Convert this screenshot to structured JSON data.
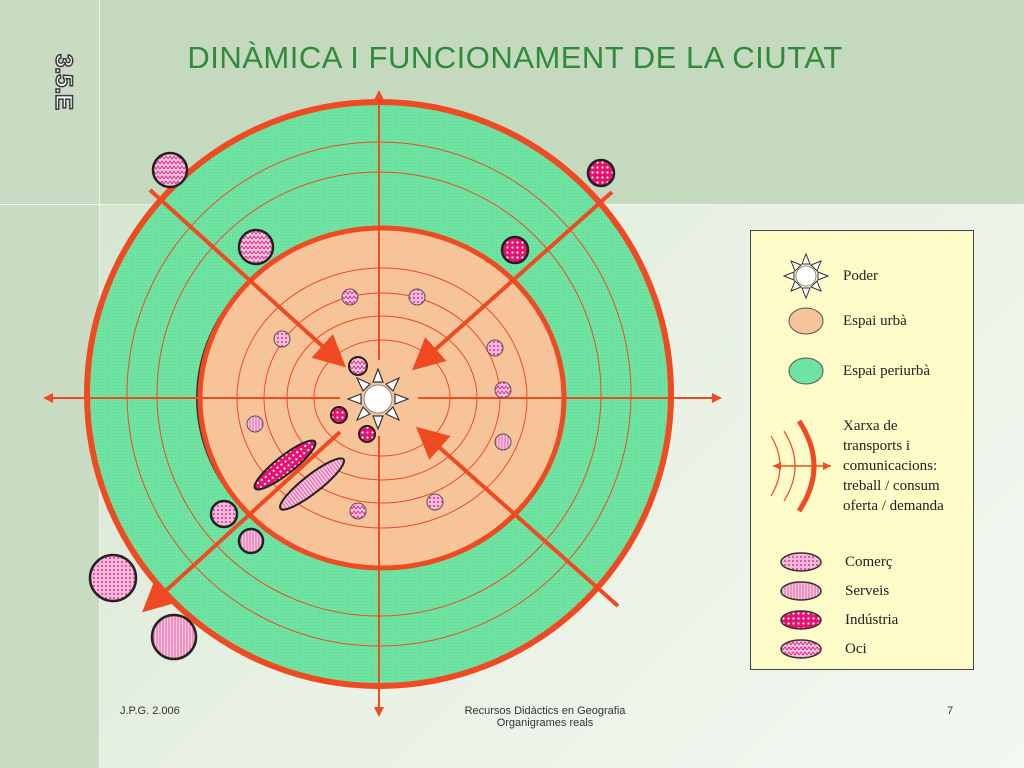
{
  "title": "DINÀMICA I FUNCIONAMENT DE LA CIUTAT",
  "badge": "3.5.E",
  "legend": {
    "poder": "Poder",
    "espai_urba": "Espai urbà",
    "espai_periurba": "Espai periurbà",
    "xarxa": [
      "Xarxa de",
      "transports i",
      "comunicacions:",
      "treball / consum",
      "oferta / demanda"
    ],
    "comerc": "Comerç",
    "serveis": "Serveis",
    "industria": "Indústria",
    "oci": "Oci"
  },
  "footer": {
    "left": "J.P.G. 2.006",
    "center_line1": "Recursos Didàctics en Geografia",
    "center_line2": "Organigrames reals",
    "page": "7"
  },
  "colors": {
    "periurban_green": "#6fe3a1",
    "urban_orange": "#f7c49a",
    "network_red": "#f04a22",
    "activity_pink": "#f3b8dc",
    "activity_magenta": "#e0157a",
    "title_green": "#2e8b3a",
    "legend_bg": "#fdfbc7"
  },
  "icons": [
    "sun-power-icon",
    "arrow-icon"
  ]
}
